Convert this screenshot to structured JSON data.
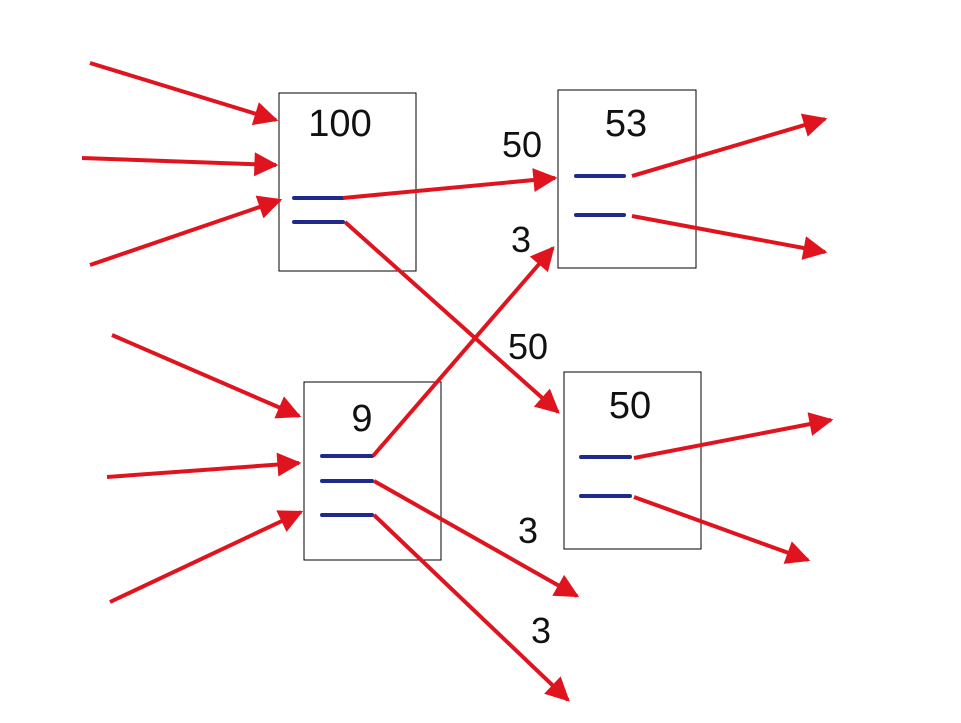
{
  "colors": {
    "arrow": "#e0141e",
    "slot": "#1f2a8c",
    "box_border": "#000000",
    "text": "#111111"
  },
  "boxes": {
    "top_left": {
      "value": "100"
    },
    "top_right": {
      "value": "53"
    },
    "bottom_left": {
      "value": "9"
    },
    "bottom_right": {
      "value": "50"
    }
  },
  "edge_labels": {
    "top_left_to_top_right": "50",
    "bottom_left_to_top_right": "3",
    "top_left_to_bottom_right": "50",
    "bottom_left_out_1": "3",
    "bottom_left_out_2": "3"
  }
}
